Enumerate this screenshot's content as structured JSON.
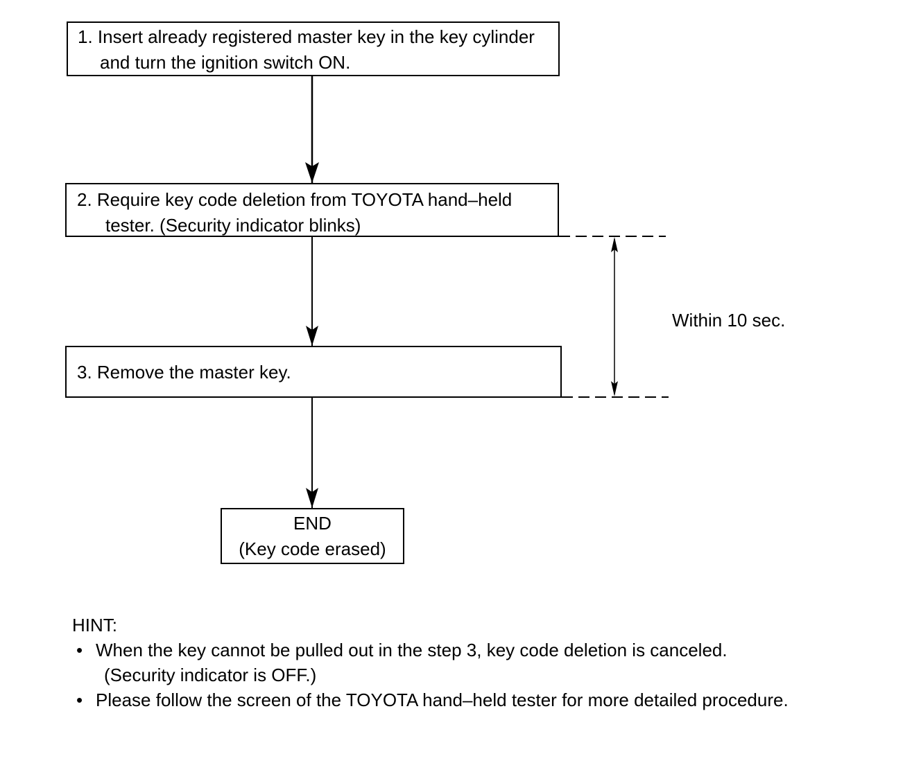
{
  "steps": [
    {
      "id": "step-1",
      "lines": [
        "1. Insert already registered master key in the key cylinder",
        "and turn the ignition switch ON."
      ]
    },
    {
      "id": "step-2",
      "lines": [
        "2. Require key code deletion from TOYOTA hand–held",
        "tester. (Security indicator blinks)"
      ]
    },
    {
      "id": "step-3",
      "lines": [
        "3. Remove the master key."
      ]
    },
    {
      "id": "end",
      "lines": [
        "END",
        "(Key code erased)"
      ]
    }
  ],
  "timing": {
    "label": "Within 10 sec."
  },
  "hint": {
    "title": "HINT:",
    "bullet": "•",
    "items": [
      {
        "lines": [
          "When the key cannot be pulled out in the step 3, key code deletion is canceled.",
          "(Security indicator is OFF.)"
        ]
      },
      {
        "lines": [
          "Please follow the screen of the TOYOTA hand–held tester for more detailed procedure."
        ]
      }
    ]
  },
  "colors": {
    "line": "#000000",
    "background": "#ffffff"
  }
}
